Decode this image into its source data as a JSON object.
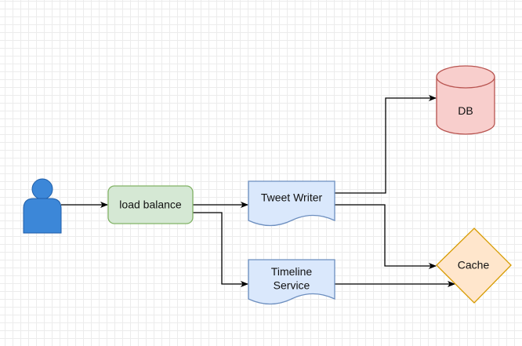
{
  "diagram": {
    "nodes": [
      {
        "id": "user",
        "shape": "actor",
        "label": "",
        "fill": "#3c87d8",
        "stroke": "#1f5ea8"
      },
      {
        "id": "lb",
        "shape": "rounded-rect",
        "label": "load balance",
        "fill": "#d5e8d4",
        "stroke": "#82b366"
      },
      {
        "id": "tweet",
        "shape": "document",
        "label": "Tweet Writer",
        "fill": "#dae8fc",
        "stroke": "#6c8ebf"
      },
      {
        "id": "timeline",
        "shape": "document",
        "label": [
          "Timeline",
          "Service"
        ],
        "fill": "#dae8fc",
        "stroke": "#6c8ebf"
      },
      {
        "id": "db",
        "shape": "cylinder",
        "label": "DB",
        "fill": "#f8cecc",
        "stroke": "#b85450"
      },
      {
        "id": "cache",
        "shape": "diamond",
        "label": "Cache",
        "fill": "#ffe6cc",
        "stroke": "#d79b00"
      }
    ],
    "edges": [
      {
        "from": "user",
        "to": "lb"
      },
      {
        "from": "lb",
        "to": "tweet"
      },
      {
        "from": "lb",
        "to": "timeline"
      },
      {
        "from": "tweet",
        "to": "db"
      },
      {
        "from": "tweet",
        "to": "cache"
      },
      {
        "from": "timeline",
        "to": "cache"
      }
    ]
  }
}
